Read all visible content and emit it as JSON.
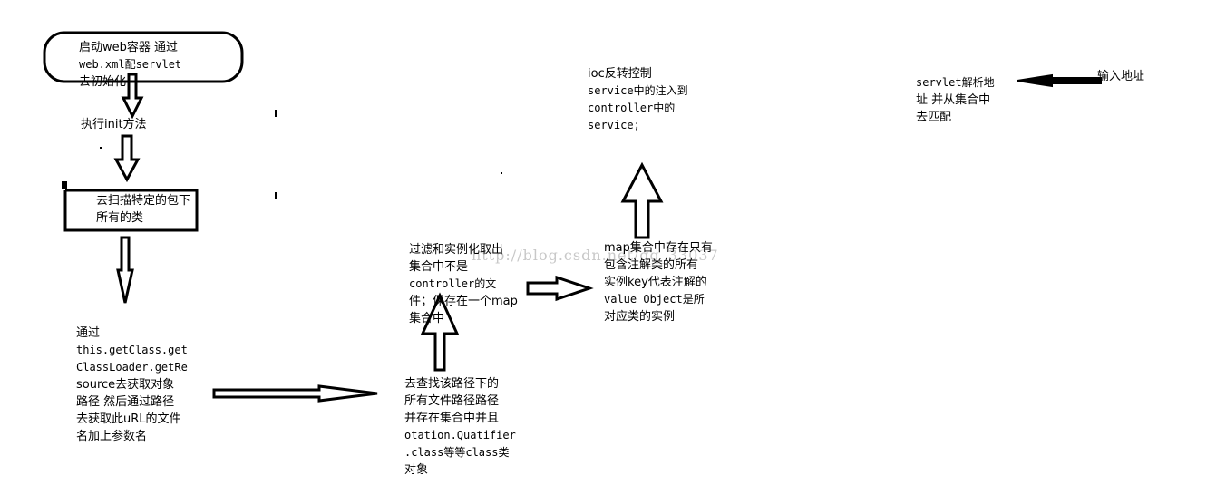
{
  "nodes": {
    "start_web_container": [
      "启动web容器 通过",
      "web.xml配servlet",
      "去初始化"
    ],
    "exec_init": [
      "执行init方法"
    ],
    "scan_package": [
      "去扫描特定的包下",
      "所有的类"
    ],
    "get_path": [
      "通过",
      "this.getClass.get",
      "ClassLoader.getRe",
      "source去获取对象",
      "路径 然后通过路径",
      "去获取此uRL的文件",
      "名加上参数名"
    ],
    "find_files": [
      "去查找该路径下的",
      "所有文件路径路径",
      "并存在集合中并且",
      "otation.Quatifier",
      ".class等等class类",
      "对象"
    ],
    "filter_instantiate": [
      "过滤和实例化取出",
      "集合中不是",
      "controller的文",
      "件；保存在一个map",
      "集合中"
    ],
    "map_collection": [
      "map集合中存在只有",
      "包含注解类的所有",
      "实例key代表注解的",
      "value Object是所",
      "对应类的实例"
    ],
    "ioc": [
      "ioc反转控制",
      "service中的注入到",
      "controller中的",
      "service;"
    ],
    "servlet_parse": [
      "servlet解析地",
      "址 并从集合中",
      "去匹配"
    ],
    "input_address": [
      "输入地址"
    ]
  },
  "watermark": "http://blog.csdn.net/qq_33037"
}
